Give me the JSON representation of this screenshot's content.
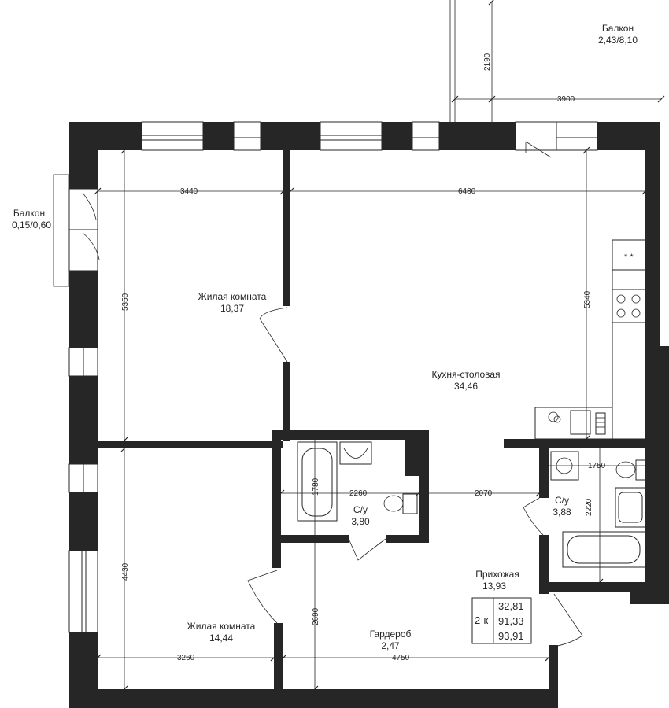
{
  "rooms": {
    "balcony_top": {
      "name": "Балкон",
      "area": "2,43/8,10"
    },
    "balcony_left": {
      "name": "Балкон",
      "area": "0,15/0,60"
    },
    "living_1": {
      "name": "Жилая комната",
      "area": "18,37"
    },
    "kitchen": {
      "name": "Кухня-столовая",
      "area": "34,46"
    },
    "bath_1": {
      "name": "С/у",
      "area": "3,80"
    },
    "bath_2": {
      "name": "С/у",
      "area": "3,88"
    },
    "hallway": {
      "name": "Прихожая",
      "area": "13,93"
    },
    "living_2": {
      "name": "Жилая комната",
      "area": "14,44"
    },
    "wardrobe": {
      "name": "Гардероб",
      "area": "2,47"
    }
  },
  "dimensions": {
    "balcony_depth": "2190",
    "balcony_width": "3900",
    "room1_width": "3440",
    "kitchen_width": "6480",
    "room1_depth": "5350",
    "kitchen_depth": "5340",
    "bath1_depth": "1780",
    "bath1_width": "2260",
    "hall_width": "2070",
    "bath2_width": "1750",
    "bath2_depth": "2220",
    "room2_depth": "4430",
    "wardrobe_depth": "2690",
    "room2_width": "3260",
    "hall_length": "4750"
  },
  "summary": {
    "type": "2-к",
    "living_area": "32,81",
    "total_area": "91,33",
    "total_with_balcony": "93,91"
  },
  "colors": {
    "wall": "#262626",
    "background": "#ffffff"
  }
}
